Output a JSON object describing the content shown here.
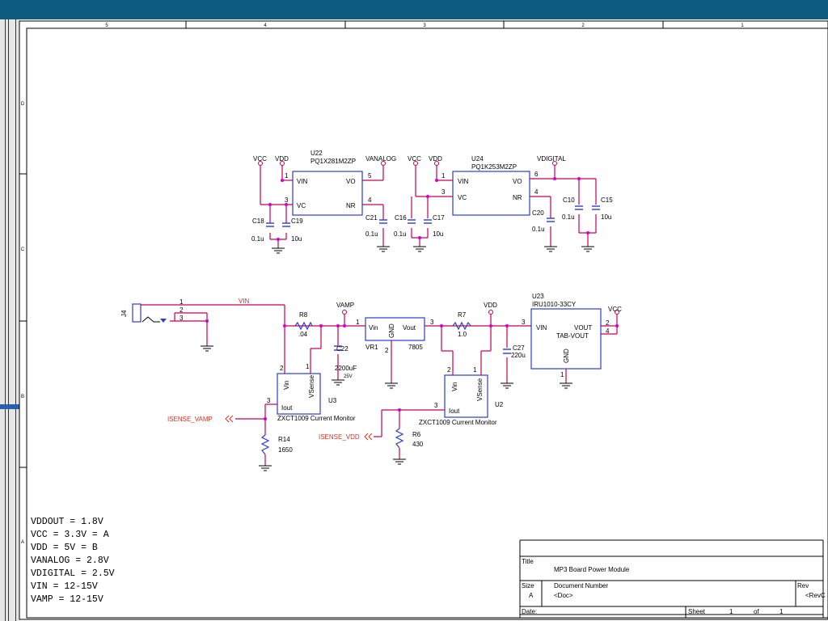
{
  "border": {
    "columns": [
      "5",
      "4",
      "3",
      "2",
      "1"
    ],
    "rows": [
      "D",
      "C",
      "B",
      "A"
    ]
  },
  "colors": {
    "wire": "#c4005a",
    "part": "#2b3ccf",
    "power_label": "#e0301e",
    "frame": "#000000",
    "junction": "#d000d0",
    "titlebar": "#0d5c80"
  },
  "regulator_left": {
    "ref": "U22",
    "part": "PQ1X281M2ZP",
    "pin_vin": "VIN",
    "pin_vc": "VC",
    "pin_vo": "VO",
    "pin_nr": "NR",
    "n1": "1",
    "n3": "3",
    "n5": "5",
    "n4": "4",
    "vcc": "VCC",
    "vdd": "VDD",
    "out": "VANALOG",
    "c18": "C18",
    "c18v": "0.1u",
    "c19": "C19",
    "c19v": "10u",
    "c21": "C21",
    "c21v": "0.1u"
  },
  "regulator_right": {
    "ref": "U24",
    "part": "PQ1K253M2ZP",
    "pin_vin": "VIN",
    "pin_vc": "VC",
    "pin_vo": "VO",
    "pin_nr": "NR",
    "n1": "1",
    "n3": "3",
    "n6": "6",
    "n4": "4",
    "vcc": "VCC",
    "vdd": "VDD",
    "out": "VDIGITAL",
    "c16": "C16",
    "c16v": "0.1u",
    "c17": "C17",
    "c17v": "10u",
    "c20": "C20",
    "c20v": "0.1u",
    "c10": "C10",
    "c10v": "0.1u",
    "c15": "C15",
    "c15v": "10u"
  },
  "power_chain": {
    "j4": "J4",
    "p1": "1",
    "p2": "2",
    "p3": "3",
    "vin": "VIN",
    "r8": "R8",
    "r8v": ".04",
    "vamp": "VAMP",
    "c22": "C22",
    "c22v": "2200uF",
    "c22r": "25V",
    "vr1": "VR1",
    "vr1_part": "7805",
    "vr1_vin": "Vin",
    "vr1_gnd": "GND",
    "vr1_vout": "Vout",
    "n1": "1",
    "n3": "3",
    "n2": "2",
    "r7": "R7",
    "r7v": "1.0",
    "vdd": "VDD",
    "c27": "C27",
    "c27v": "220u",
    "u23": "U23",
    "u23_part": "IRU1010-33CY",
    "u23_vin": "VIN",
    "u23_vout": "VOUT",
    "u23_tab": "TAB-VOUT",
    "u23_gnd": "GND",
    "vcc": "VCC",
    "u23_n3": "3",
    "u23_n2": "2",
    "u23_n4": "4",
    "u23_n1": "1"
  },
  "monitors": {
    "u3": "U3",
    "u2": "U2",
    "part": "ZXCT1009 Current Monitor",
    "pin_vin": "Vin",
    "pin_vsense": "VSense",
    "pin_iout": "Iout",
    "n2": "2",
    "n1": "1",
    "n3": "3",
    "isense_vamp": "ISENSE_VAMP",
    "isense_vdd": "ISENSE_VDD",
    "r14": "R14",
    "r14v": "1650",
    "r6": "R6",
    "r6v": "430"
  },
  "notes": [
    "VDDOUT = 1.8V",
    "VCC = 3.3V = A",
    "VDD = 5V = B",
    "VANALOG = 2.8V",
    "VDIGITAL = 2.5V",
    "VIN = 12-15V",
    "VAMP = 12-15V"
  ],
  "title_block": {
    "title_label": "Title",
    "title": "MP3 Board Power Module",
    "size_label": "Size",
    "size": "A",
    "docnum_label": "Document Number",
    "docnum": "<Doc>",
    "rev_label": "Rev",
    "rev": "<RevC",
    "date_label": "Date:",
    "sheet_label": "Sheet",
    "sheet": "1",
    "of_label": "of",
    "of": "1"
  }
}
